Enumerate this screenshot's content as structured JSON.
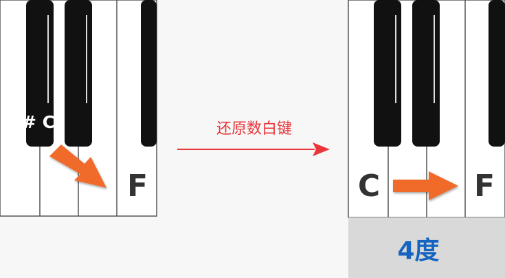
{
  "left_panel": {
    "black_key_label": "# C",
    "white_key_label": "F"
  },
  "middle": {
    "caption": "还原数白键"
  },
  "right_panel": {
    "start_key_label": "C",
    "end_key_label": "F",
    "interval_text": "4度"
  },
  "colors": {
    "accent_arrow": "#f06a2b",
    "caption_red": "#e8363a",
    "interval_blue": "#1565c0",
    "interval_bg": "#d9d9d9"
  }
}
